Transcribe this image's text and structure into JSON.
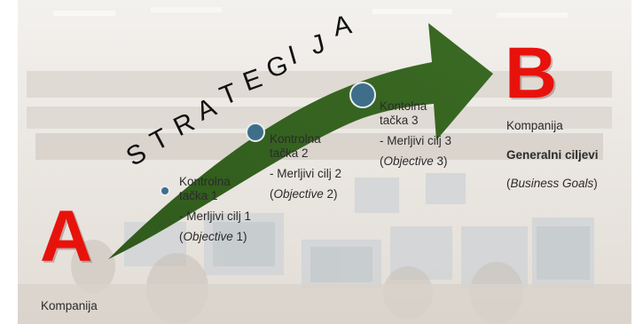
{
  "strategy_word": "STRATEGIJA",
  "start": {
    "letter": "A",
    "label": "Kompanija"
  },
  "end": {
    "letter": "B",
    "label": "Kompanija",
    "goal_title": "Generalni ciljevi",
    "goal_note_open": "(",
    "goal_note_italic": "Business Goals",
    "goal_note_close": ")"
  },
  "checkpoints": [
    {
      "name_line1": "Kontrolna",
      "name_line2": "tačka 1",
      "target": "- Merljivi cilj 1",
      "paren_open": "(",
      "objective_word": "Objective",
      "objective_num": " 1)"
    },
    {
      "name_line1": "Kontrolna",
      "name_line2": "tačka 2",
      "target": "- Merljivi cilj 2",
      "paren_open": "(",
      "objective_word": "Objective",
      "objective_num": " 2)"
    },
    {
      "name_line1": "Kontolna",
      "name_line2": "tačka 3",
      "target": "- Merljivi cilj 3",
      "paren_open": "(",
      "objective_word": "Objective",
      "objective_num": " 3)"
    }
  ],
  "colors": {
    "arrow": "#2f5a1c",
    "letters": "#e8120c",
    "checkpoint_circle": "#3f6e8a",
    "text": "#2b2b2b"
  }
}
